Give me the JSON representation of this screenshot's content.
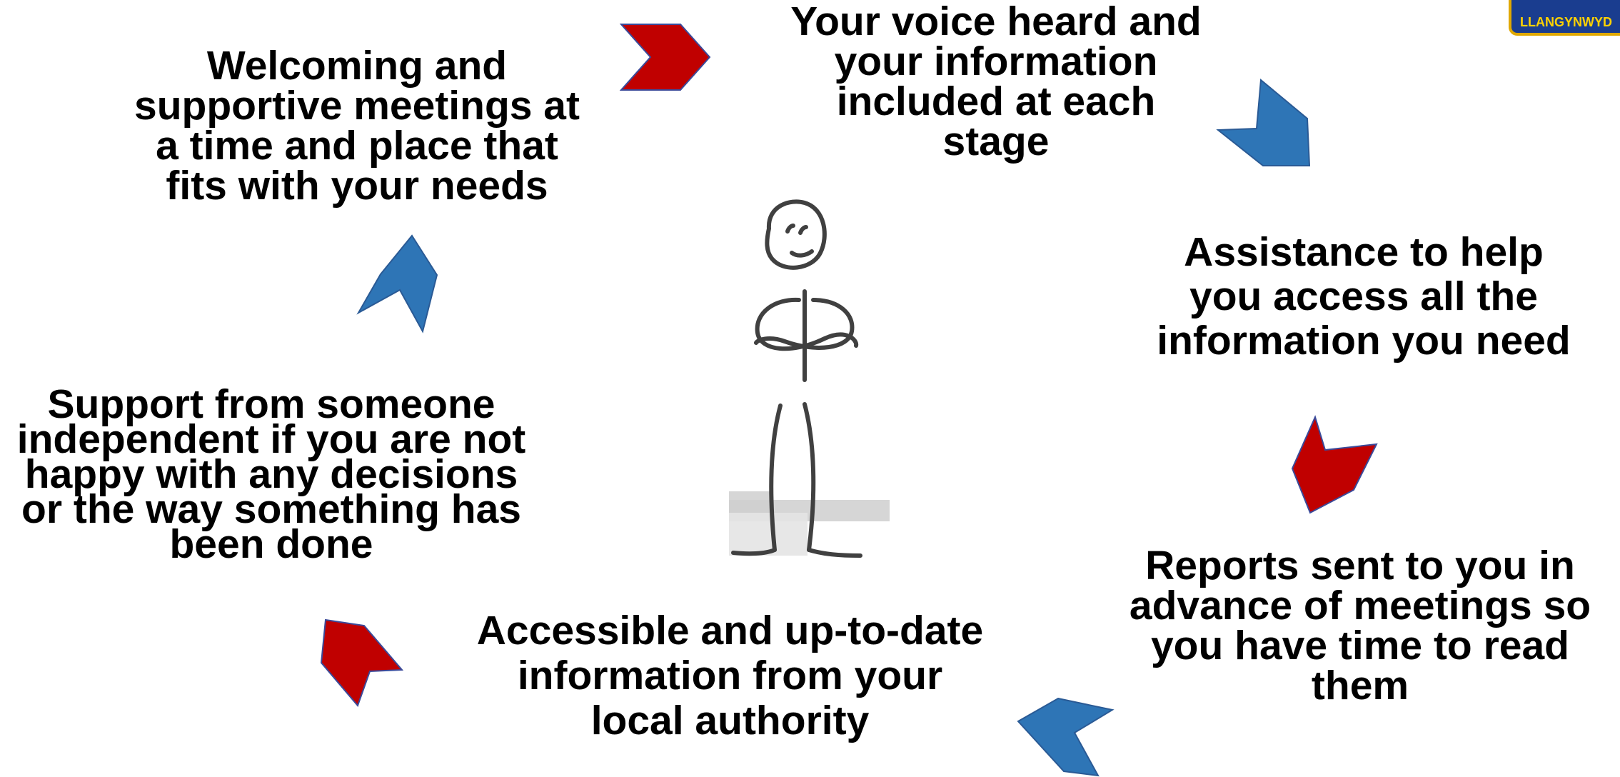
{
  "labels": {
    "welcoming": "Welcoming and\nsupportive meetings at\na time and place that\nfits with your needs",
    "voice": "Your voice heard and\nyour information\nincluded at each\nstage",
    "assistance": "Assistance to help\nyou access all the\ninformation you need",
    "reports": "Reports sent to you in\nadvance of meetings so\nyou have time to read\nthem",
    "accessible": "Accessible and up-to-date\ninformation from your\nlocal authority",
    "support": "Support from someone\nindependent if you are not\nhappy with any decisions\nor the way something has\nbeen done"
  },
  "logo": {
    "text": "LLANGYNWYD"
  },
  "colors": {
    "red_arrow": "#c00000",
    "blue_arrow": "#2e75b6",
    "arrow_outline": "#3a4a9a",
    "text": "#000000",
    "figure": "#404040"
  },
  "icons": {
    "cycle_arrows": "chevron-arrow-icon",
    "figure": "stick-figure-icon",
    "logo": "school-logo-icon"
  }
}
